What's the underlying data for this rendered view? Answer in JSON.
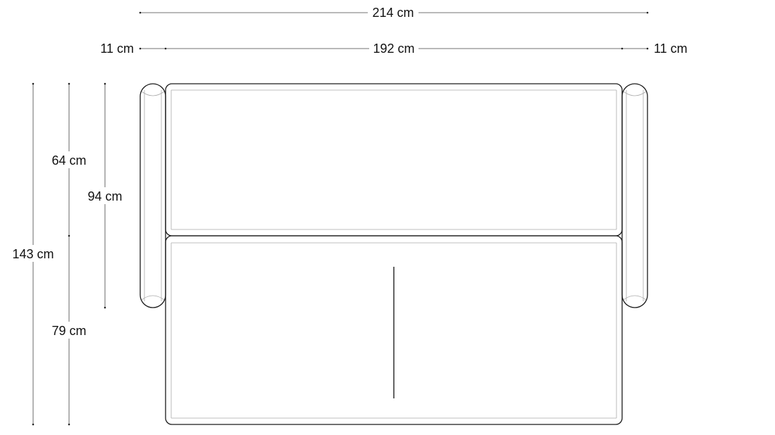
{
  "dimensions": {
    "overall_width": "214 cm",
    "armrest_left": "11 cm",
    "seat_width": "192 cm",
    "armrest_right": "11 cm",
    "backrest_depth": "64 cm",
    "sofa_depth": "94 cm",
    "bed_depth": "143 cm",
    "bed_extension": "79 cm"
  }
}
